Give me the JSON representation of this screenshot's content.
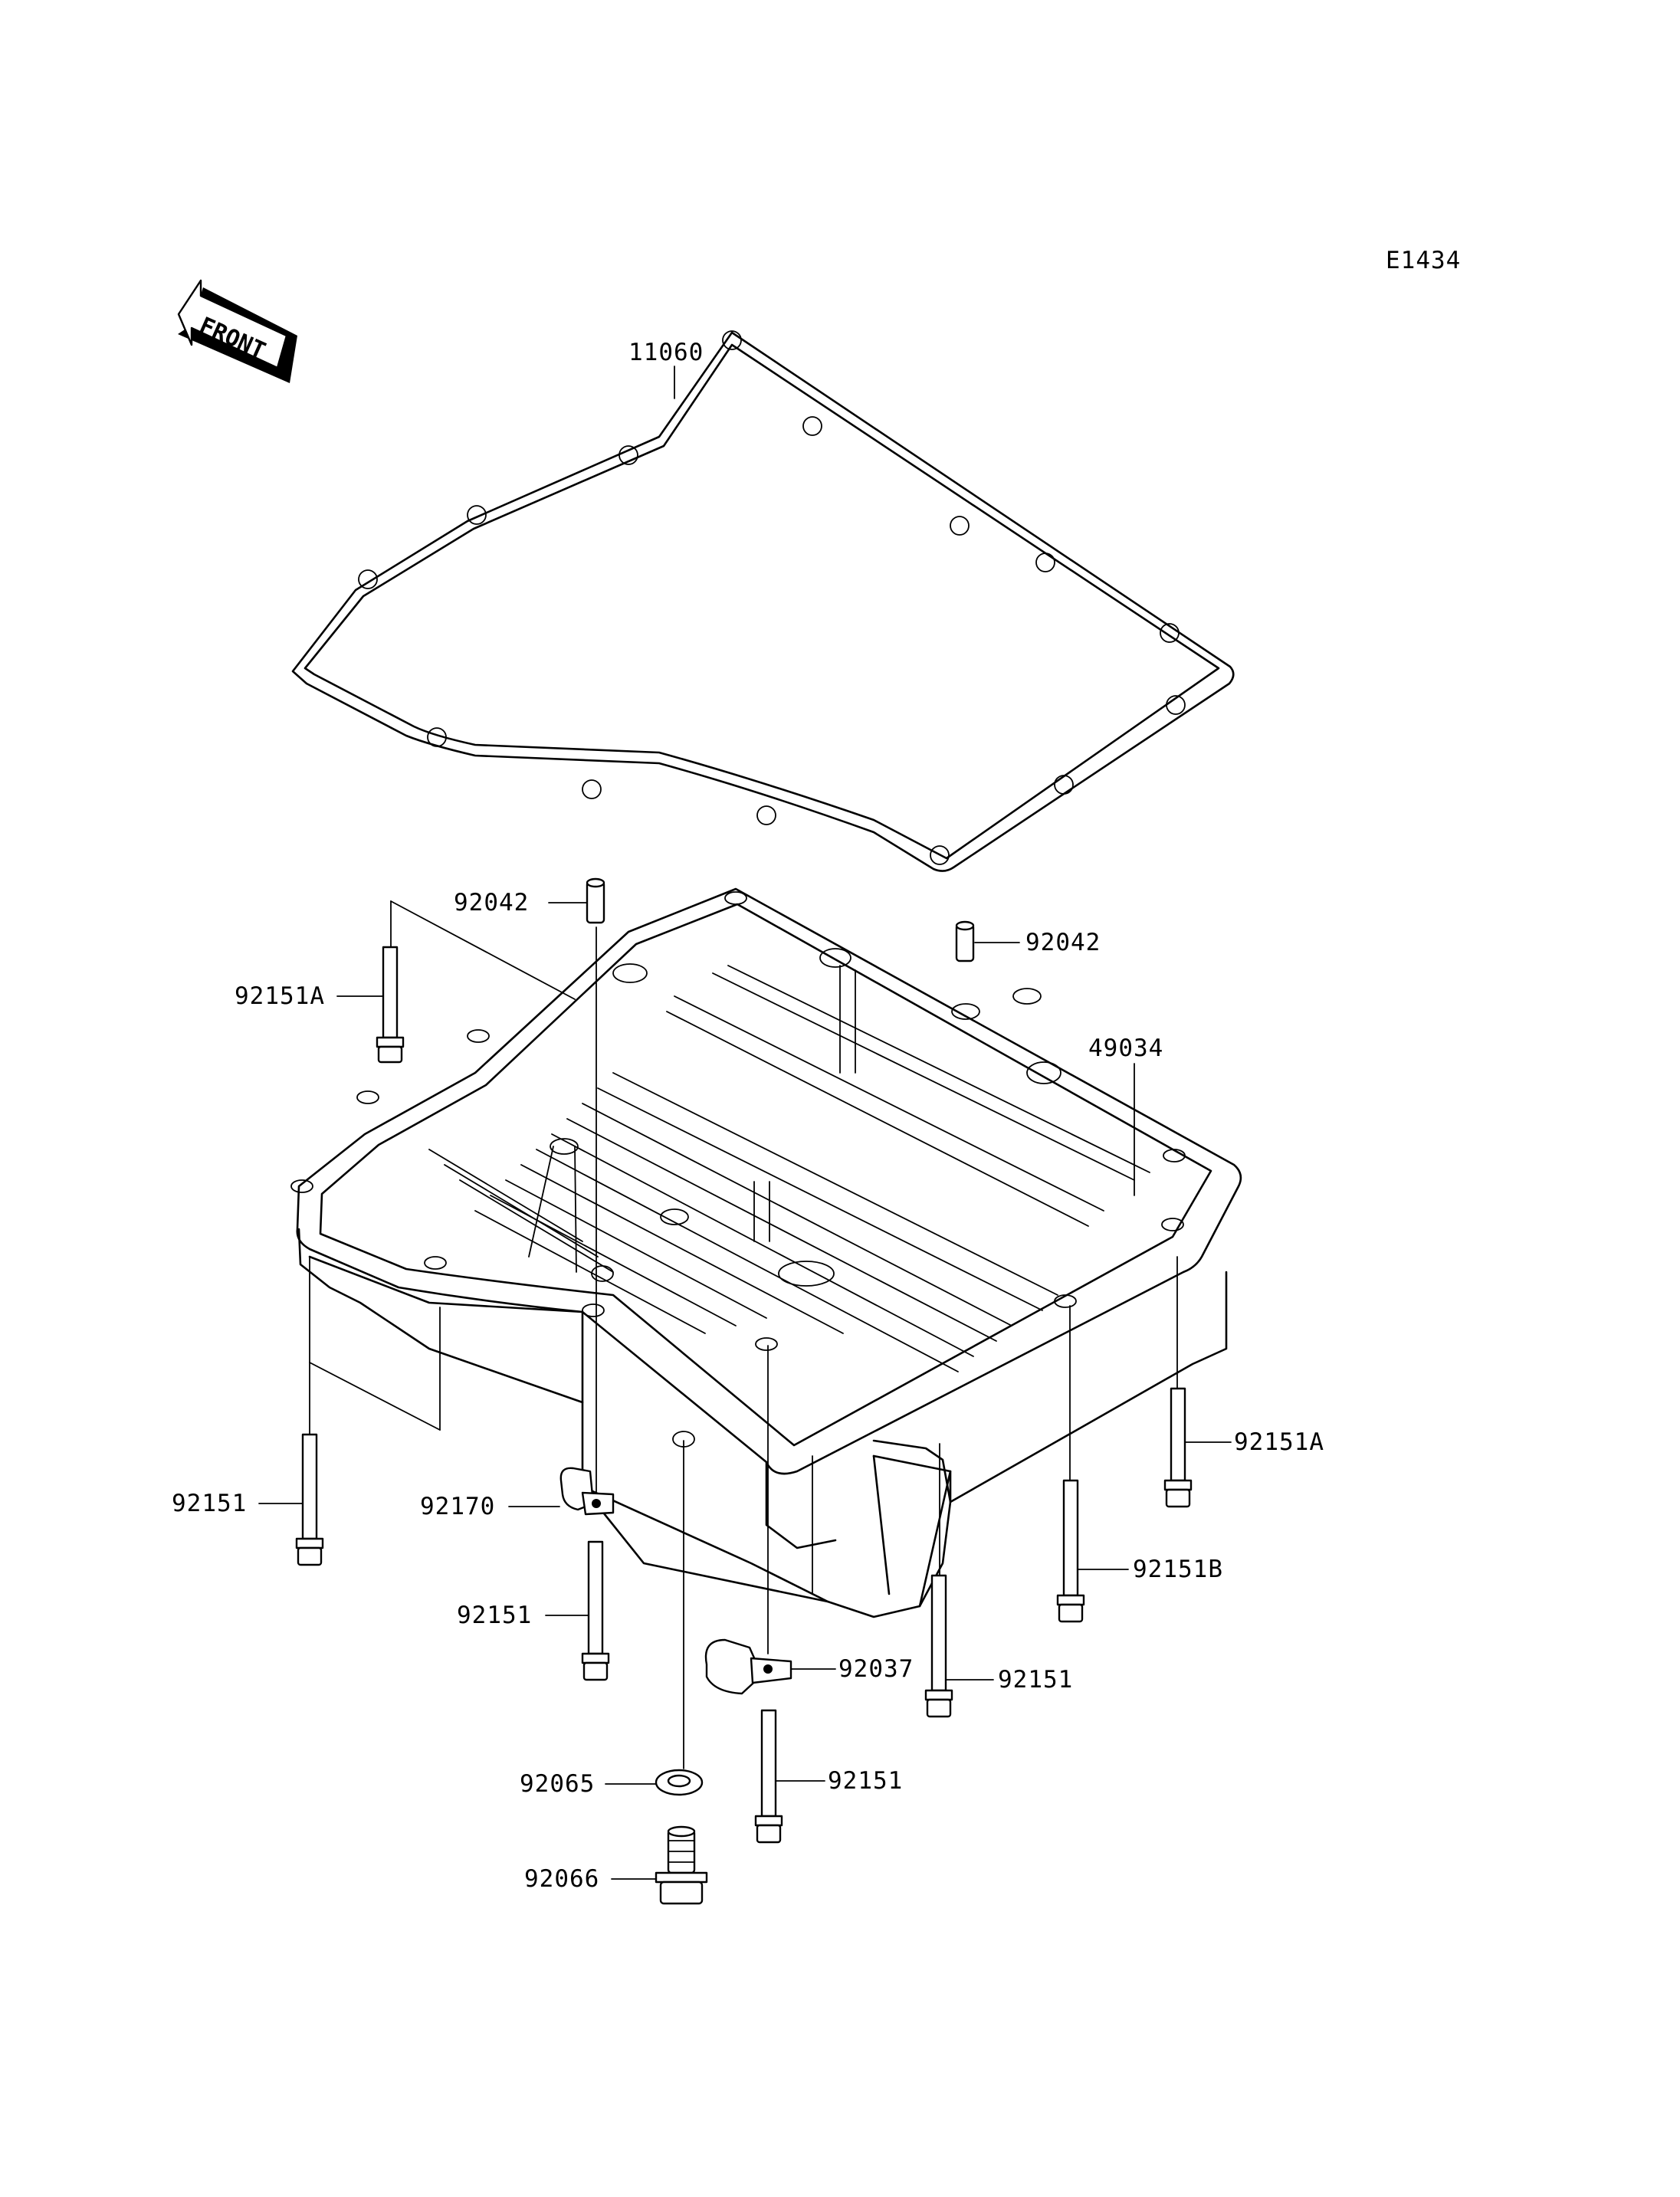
{
  "diagram_code": "E1434",
  "front_label": "FRONT",
  "callouts": {
    "gasket": "11060",
    "dowel_left": "92042",
    "dowel_right": "92042",
    "bolt_a_left": "92151A",
    "oil_pan": "49034",
    "bolt_left": "92151",
    "clamp": "92170",
    "bolt_center": "92151",
    "bolt_a_right": "92151A",
    "bolt_b": "92151B",
    "clamp_right": "92037",
    "bolt_right": "92151",
    "washer": "92065",
    "bolt_bottom": "92151",
    "drain_plug": "92066"
  }
}
